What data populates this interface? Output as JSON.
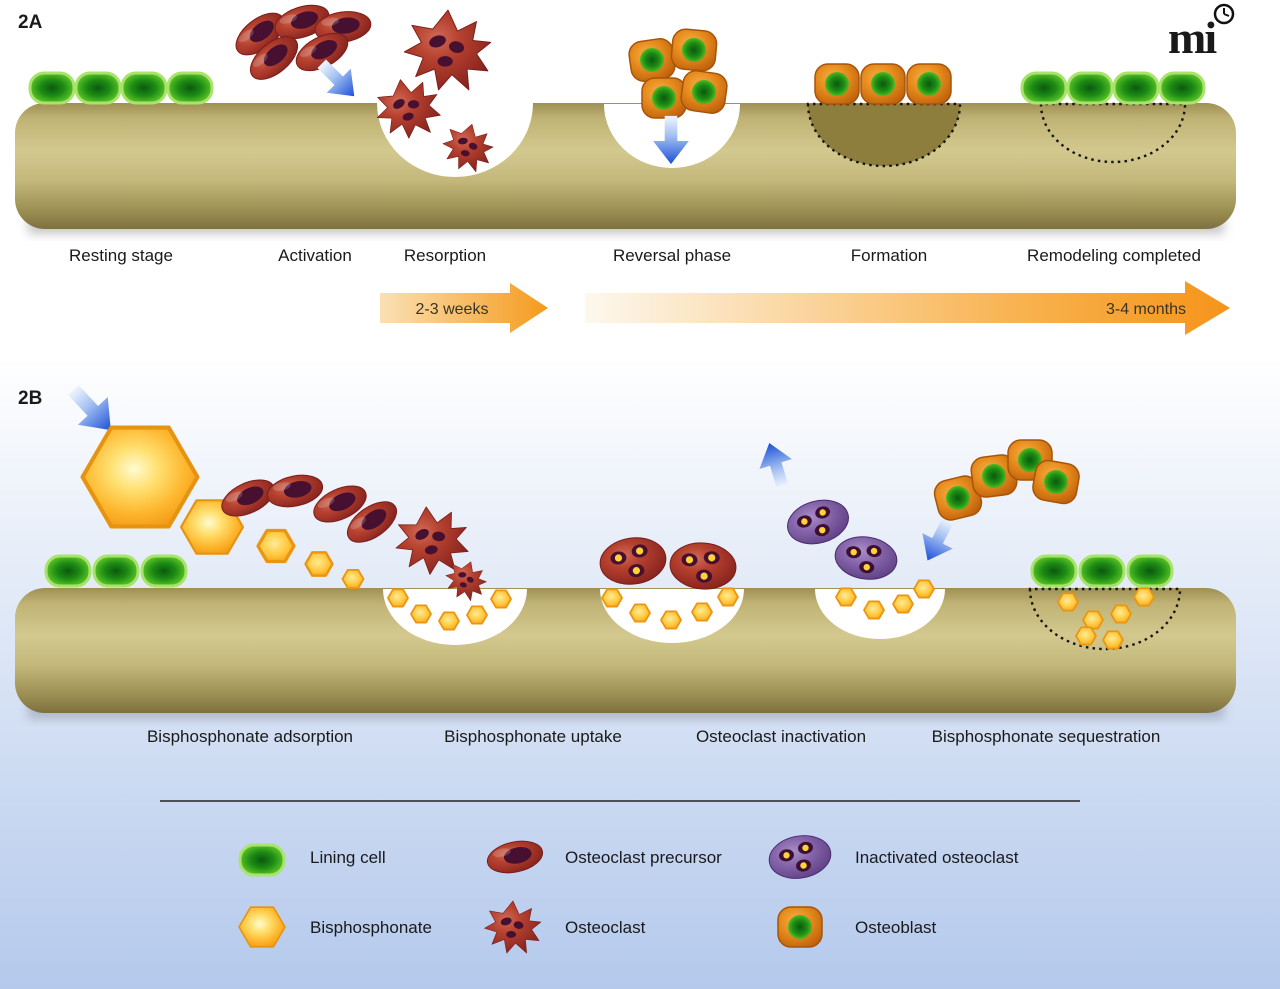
{
  "figure": {
    "panel_a_label": "2A",
    "panel_b_label": "2B",
    "logo_text": "mi"
  },
  "panel_a": {
    "stages": [
      "Resting stage",
      "Activation",
      "Resorption",
      "Reversal phase",
      "Formation",
      "Remodeling completed"
    ],
    "timeline_short": "2-3 weeks",
    "timeline_long": "3-4 months"
  },
  "panel_b": {
    "stages": [
      "Bisphosphonate adsorption",
      "Bisphosphonate uptake",
      "Osteoclast inactivation",
      "Bisphosphonate sequestration"
    ]
  },
  "legend": {
    "items": [
      {
        "icon": "lining-cell-icon",
        "label": "Lining cell"
      },
      {
        "icon": "bisphosphonate-icon",
        "label": "Bisphosphonate"
      },
      {
        "icon": "osteoclast-precursor-icon",
        "label": "Osteoclast precursor"
      },
      {
        "icon": "osteoclast-icon",
        "label": "Osteoclast"
      },
      {
        "icon": "inactivated-osteoclast-icon",
        "label": "Inactivated osteoclast"
      },
      {
        "icon": "osteoblast-icon",
        "label": "Osteoblast"
      }
    ]
  },
  "colors": {
    "bone": "#cdc188",
    "bone_dark": "#7d7040",
    "lining_green": "#1d8c14",
    "osteoclast_red": "#a8352b",
    "osteoblast_orange": "#e07f18",
    "bisphosphonate_yellow": "#ffc83e",
    "inactivated_purple": "#8766ab",
    "arrow_blue": "#1c50d8",
    "timeline_orange": "#f5941a",
    "background_blue": "#b4c9ec"
  }
}
